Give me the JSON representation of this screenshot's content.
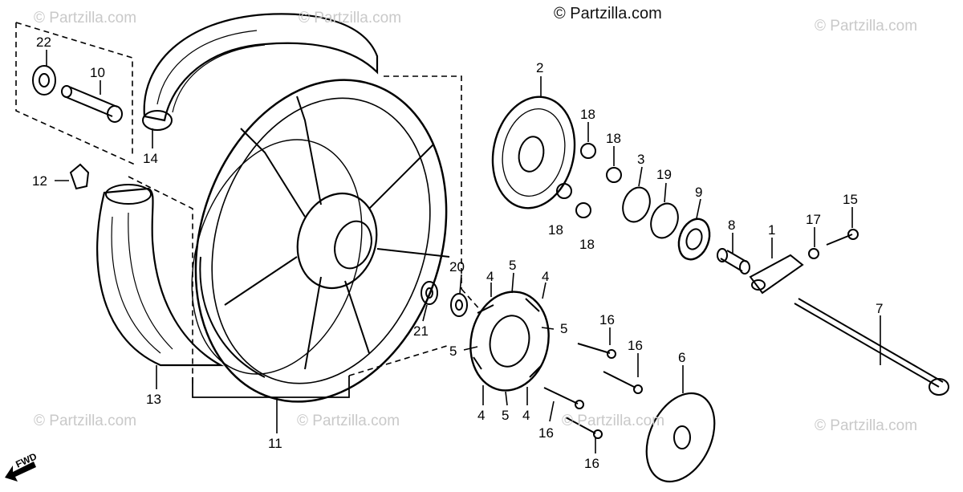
{
  "copyright": "© Partzilla.com",
  "watermarks": [
    "© Partzilla.com",
    "© Partzilla.com",
    "© Partzilla.com",
    "© Partzilla.com",
    "© Partzilla.com",
    "© Partzilla.com",
    "© Partzilla.com"
  ],
  "direction_label": "FWD",
  "callouts": [
    "22",
    "10",
    "14",
    "12",
    "13",
    "11",
    "2",
    "18",
    "18",
    "18",
    "18",
    "3",
    "19",
    "9",
    "15",
    "17",
    "8",
    "1",
    "20",
    "21",
    "4",
    "5",
    "4",
    "5",
    "5",
    "4",
    "5",
    "4",
    "16",
    "16",
    "16",
    "16",
    "6",
    "7"
  ]
}
